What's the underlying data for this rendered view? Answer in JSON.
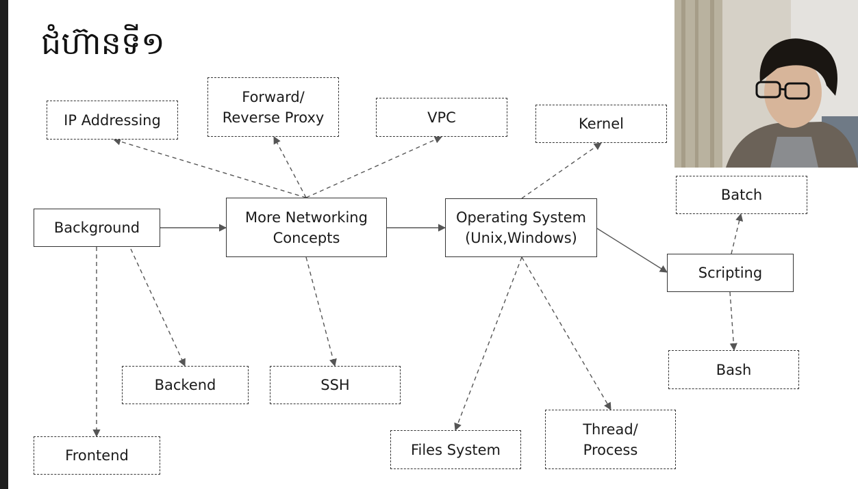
{
  "slide": {
    "title": "ជំហ៊ានទី១"
  },
  "nodes": [
    {
      "id": "background",
      "label": "Background",
      "style": "solid"
    },
    {
      "id": "more_networking",
      "label": "More Networking\nConcepts",
      "style": "solid"
    },
    {
      "id": "operating_system",
      "label": "Operating System\n(Unix,Windows)",
      "style": "solid"
    },
    {
      "id": "scripting",
      "label": "Scripting",
      "style": "solid"
    },
    {
      "id": "ip_addressing",
      "label": "IP Addressing",
      "style": "dashed"
    },
    {
      "id": "proxy",
      "label": "Forward/\nReverse Proxy",
      "style": "dashed"
    },
    {
      "id": "vpc",
      "label": "VPC",
      "style": "dashed"
    },
    {
      "id": "kernel",
      "label": "Kernel",
      "style": "dashed"
    },
    {
      "id": "batch",
      "label": "Batch",
      "style": "dashed"
    },
    {
      "id": "bash",
      "label": "Bash",
      "style": "dashed"
    },
    {
      "id": "backend",
      "label": "Backend",
      "style": "dashed"
    },
    {
      "id": "frontend",
      "label": "Frontend",
      "style": "dashed"
    },
    {
      "id": "ssh",
      "label": "SSH",
      "style": "dashed"
    },
    {
      "id": "files_system",
      "label": "Files System",
      "style": "dashed"
    },
    {
      "id": "thread_process",
      "label": "Thread/\nProcess",
      "style": "dashed"
    }
  ],
  "edges": [
    {
      "from": "background",
      "to": "more_networking",
      "style": "solid"
    },
    {
      "from": "more_networking",
      "to": "operating_system",
      "style": "solid"
    },
    {
      "from": "operating_system",
      "to": "scripting",
      "style": "solid"
    },
    {
      "from": "more_networking",
      "to": "ip_addressing",
      "style": "dashed"
    },
    {
      "from": "more_networking",
      "to": "proxy",
      "style": "dashed"
    },
    {
      "from": "more_networking",
      "to": "vpc",
      "style": "dashed"
    },
    {
      "from": "more_networking",
      "to": "ssh",
      "style": "dashed"
    },
    {
      "from": "background",
      "to": "backend",
      "style": "dashed"
    },
    {
      "from": "background",
      "to": "frontend",
      "style": "dashed"
    },
    {
      "from": "operating_system",
      "to": "kernel",
      "style": "dashed"
    },
    {
      "from": "operating_system",
      "to": "files_system",
      "style": "dashed"
    },
    {
      "from": "operating_system",
      "to": "thread_process",
      "style": "dashed"
    },
    {
      "from": "scripting",
      "to": "batch",
      "style": "dashed"
    },
    {
      "from": "scripting",
      "to": "bash",
      "style": "dashed"
    }
  ],
  "colors": {
    "line": "#555555",
    "border": "#333333",
    "sidebar": "#1e1e1e"
  }
}
